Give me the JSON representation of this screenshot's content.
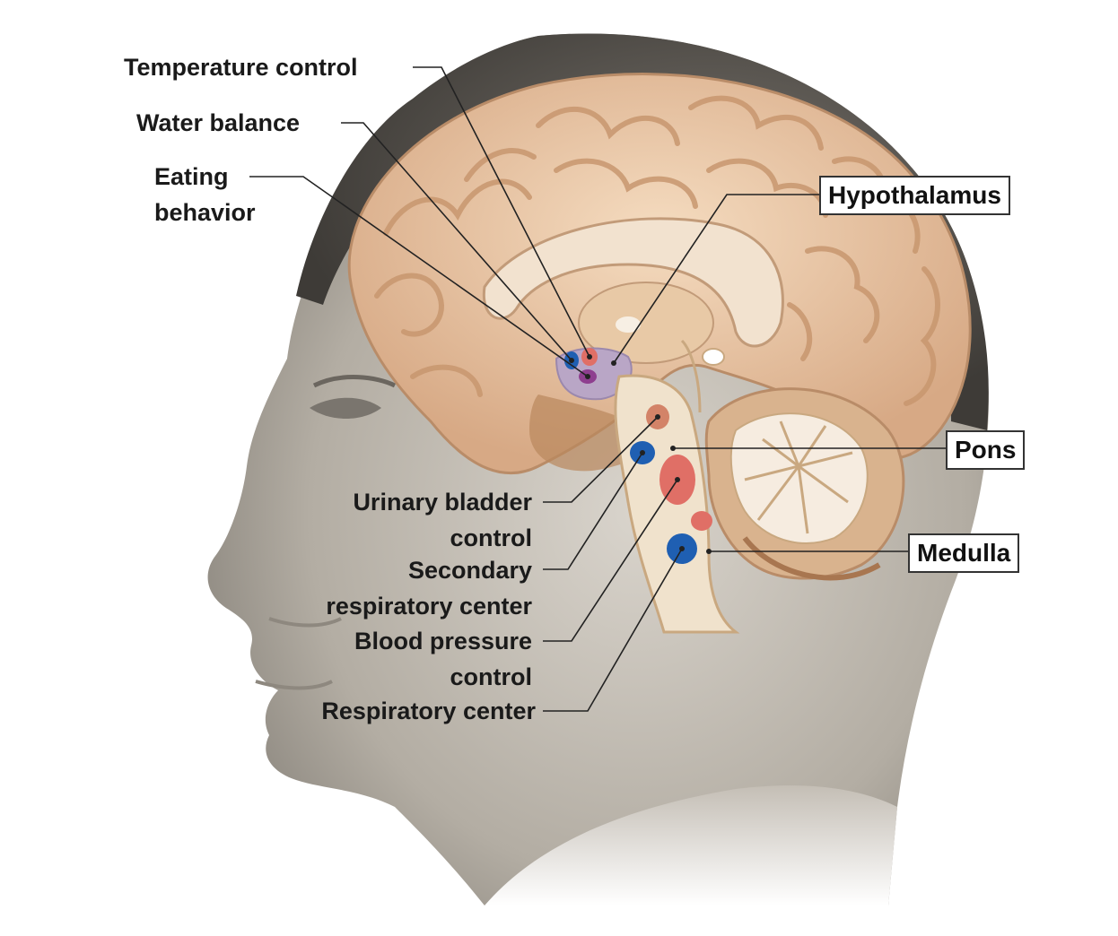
{
  "labels": {
    "temperature_control": "Temperature control",
    "water_balance": "Water balance",
    "eating_behavior": [
      "Eating",
      "behavior"
    ],
    "urinary_bladder_control": [
      "Urinary bladder",
      "control"
    ],
    "secondary_respiratory_center": [
      "Secondary",
      "respiratory center"
    ],
    "blood_pressure_control": [
      "Blood pressure",
      "control"
    ],
    "respiratory_center": "Respiratory center"
  },
  "regions": {
    "hypothalamus": "Hypothalamus",
    "pons": "Pons",
    "medulla": "Medulla"
  },
  "colors": {
    "brain": "#e9c7a5",
    "brain_dark": "#c99a73",
    "skin": "#b9b3aa",
    "hair": "#55514c",
    "center_red": "#e06f66",
    "center_blue": "#1f5fb2",
    "hypothalamus_zone": "#b9a6c6",
    "leader_line": "#222222"
  }
}
